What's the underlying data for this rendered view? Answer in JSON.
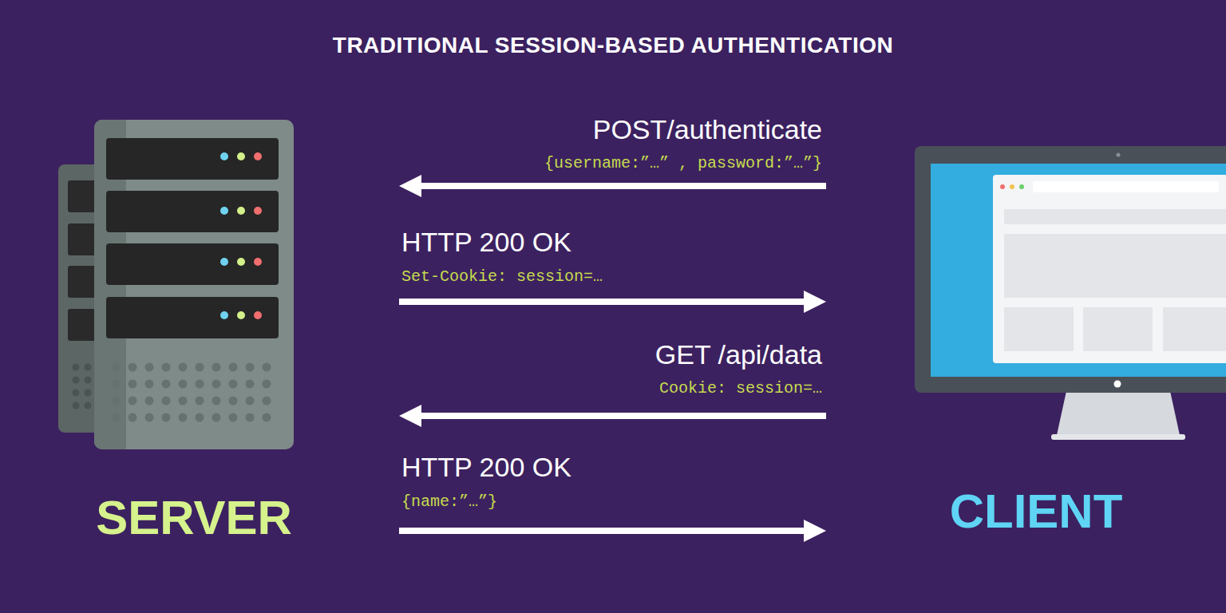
{
  "diagram": {
    "title": "TRADITIONAL SESSION-BASED AUTHENTICATION",
    "nodes": [
      {
        "text": [
          "SERVER"
        ]
      },
      {
        "text": [
          "CLIENT"
        ]
      }
    ],
    "edges": [
      {
        "from": 1,
        "to": 0,
        "arrow": "to",
        "label": "POST/authenticate"
      },
      {
        "from": 0,
        "to": 1,
        "arrow": "to",
        "label": "HTTP 200 OK"
      },
      {
        "from": 1,
        "to": 0,
        "arrow": "to",
        "label": "GET /api/data"
      },
      {
        "from": 0,
        "to": 1,
        "arrow": "to",
        "label": "HTTP 200 OK"
      }
    ],
    "labels": [
      "{username:”…” , password:”…”}",
      "Set-Cookie: session=…",
      "Cookie: session=…",
      "{name:”…”}"
    ]
  }
}
